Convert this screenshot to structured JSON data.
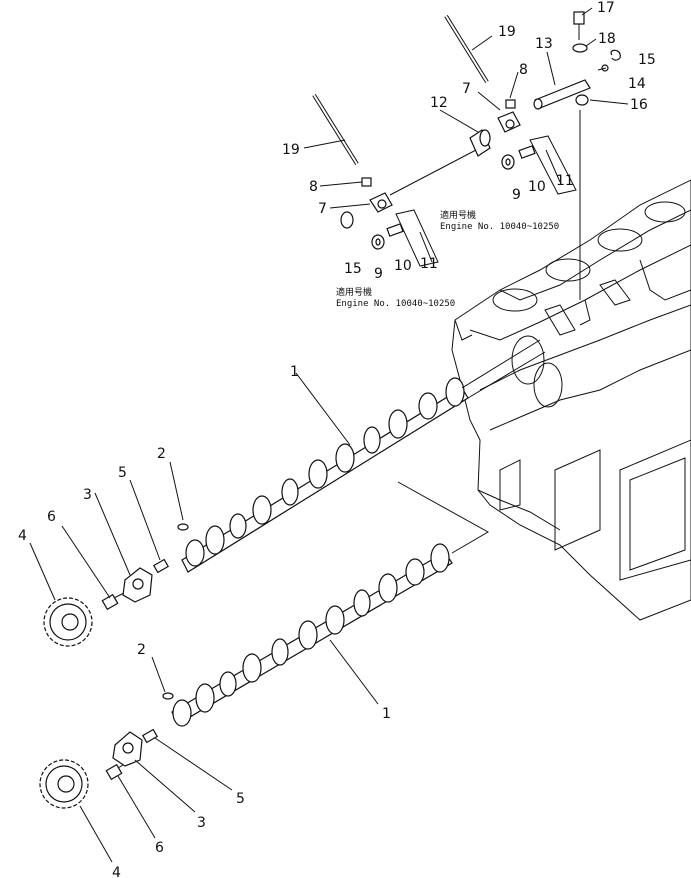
{
  "labels": {
    "p1": "1",
    "p1b": "1",
    "p2": "2",
    "p2b": "2",
    "p3": "3",
    "p3b": "3",
    "p4": "4",
    "p4b": "4",
    "p5": "5",
    "p5b": "5",
    "p6": "6",
    "p6b": "6",
    "p7": "7",
    "p7b": "7",
    "p8": "8",
    "p8b": "8",
    "p9": "9",
    "p9b": "9",
    "p10": "10",
    "p10b": "10",
    "p11": "11",
    "p11b": "11",
    "p12": "12",
    "p13": "13",
    "p14": "14",
    "p15": "15",
    "p15b": "15",
    "p16": "16",
    "p17": "17",
    "p18": "18",
    "p19": "19",
    "p19b": "19"
  },
  "notes": {
    "upper_jp": "適用号機",
    "upper_en": "Engine  No.  10040~10250",
    "lower_jp": "適用号機",
    "lower_en": "Engine  No.  10040~10250"
  }
}
